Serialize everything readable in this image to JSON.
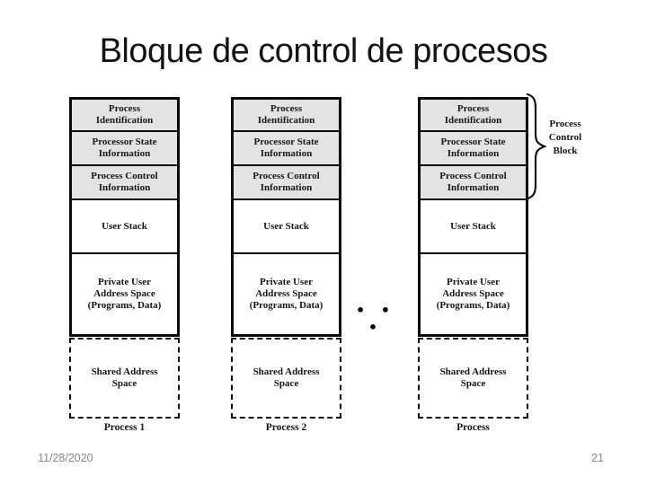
{
  "slide": {
    "title": "Bloque de control de procesos",
    "footer": {
      "date": "11/28/2020",
      "page_number": "21"
    }
  },
  "diagram": {
    "ellipsis": "• • •",
    "brace_label": {
      "lines": [
        "Process",
        "Control",
        "Block"
      ]
    },
    "sections": [
      {
        "name": "process-identification",
        "lines": [
          "Process",
          "Identification"
        ]
      },
      {
        "name": "processor-state-information",
        "lines": [
          "Processor State",
          "Information"
        ]
      },
      {
        "name": "process-control-information",
        "lines": [
          "Process Control",
          "Information"
        ]
      },
      {
        "name": "user-stack",
        "lines": [
          "User Stack"
        ]
      },
      {
        "name": "private-user-address-space",
        "lines": [
          "Private User",
          "Address Space",
          "(Programs, Data)"
        ]
      },
      {
        "name": "shared-address-space",
        "lines": [
          "Shared Address",
          "Space"
        ]
      }
    ],
    "columns": [
      {
        "label": "Process 1"
      },
      {
        "label": "Process 2"
      },
      {
        "label": "Process"
      }
    ],
    "colors": {
      "section_fill": "#e3e3e3",
      "border": "#0b0b0b",
      "footer_text": "#8a8a8a"
    }
  }
}
